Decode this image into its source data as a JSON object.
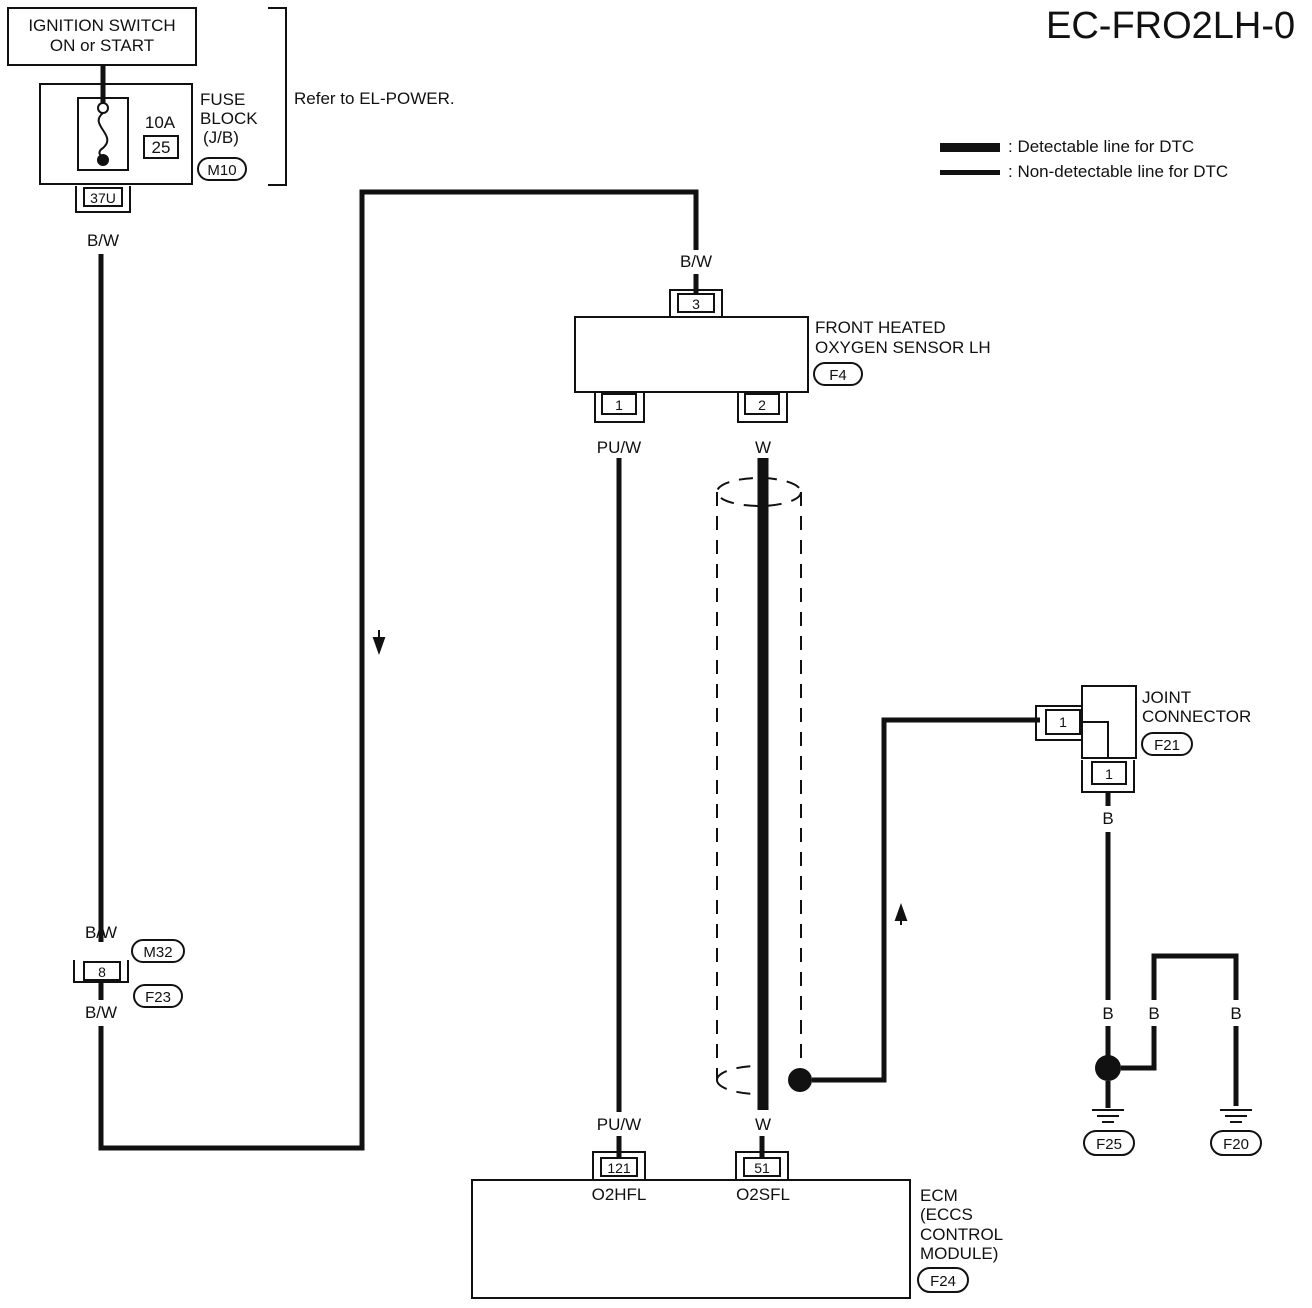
{
  "title": "EC-FRO2LH-0",
  "legend": {
    "detectable": ": Detectable line for DTC",
    "non_detectable": ": Non-detectable line for DTC"
  },
  "ignition": {
    "line1": "IGNITION SWITCH",
    "line2": "ON or START"
  },
  "fuse": {
    "rating": "10A",
    "number": "25",
    "name_line1": "FUSE",
    "name_line2": "BLOCK",
    "name_line3": "(J/B)",
    "connector": "M10",
    "terminal": "37U",
    "refer": "Refer to EL-POWER."
  },
  "wire_colors": {
    "bw": "B/W",
    "puw": "PU/W",
    "w": "W",
    "b": "B"
  },
  "inline_connector": {
    "pin": "8",
    "conn_top": "M32",
    "conn_bottom": "F23"
  },
  "sensor": {
    "name_line1": "FRONT HEATED",
    "name_line2": "OXYGEN SENSOR LH",
    "connector": "F4",
    "pin_heater_power": "3",
    "pin_heater": "1",
    "pin_signal": "2"
  },
  "joint": {
    "name_line1": "JOINT",
    "name_line2": "CONNECTOR",
    "connector": "F21",
    "pin_left": "1",
    "pin_bottom": "1"
  },
  "ecm": {
    "name_line1": "ECM",
    "name_line2": "(ECCS",
    "name_line3": "CONTROL",
    "name_line4": "MODULE)",
    "connector": "F24",
    "pin_heater": "121",
    "pin_heater_label": "O2HFL",
    "pin_signal": "51",
    "pin_signal_label": "O2SFL"
  },
  "grounds": {
    "g1": "F25",
    "g2": "F20"
  }
}
